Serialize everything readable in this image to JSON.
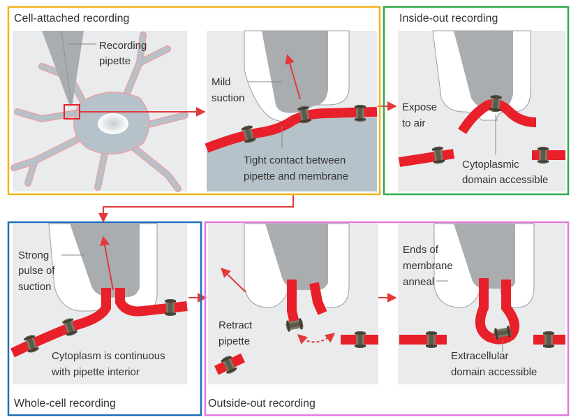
{
  "panels": {
    "cell_attached": {
      "title": "Cell-attached recording",
      "frame_color": "#f2b21c"
    },
    "inside_out": {
      "title": "Inside-out recording",
      "frame_color": "#2eaa4a"
    },
    "whole_cell": {
      "title": "Whole-cell recording",
      "frame_color": "#1f6fb8"
    },
    "outside_out": {
      "title": "Outside-out recording",
      "frame_color": "#e07ae0"
    }
  },
  "labels": {
    "recording_pipette_1": "Recording",
    "recording_pipette_2": "pipette",
    "mild_suction_1": "Mild",
    "mild_suction_2": "suction",
    "tight_contact_1": "Tight contact between",
    "tight_contact_2": "pipette and membrane",
    "expose_air_1": "Expose",
    "expose_air_2": "to air",
    "cytoplasmic_1": "Cytoplasmic",
    "cytoplasmic_2": "domain accessible",
    "strong_pulse_1": "Strong",
    "strong_pulse_2": "pulse of",
    "strong_pulse_3": "suction",
    "cytoplasm_cont_1": "Cytoplasm is continuous",
    "cytoplasm_cont_2": "with pipette interior",
    "retract_1": "Retract",
    "retract_2": "pipette",
    "ends_anneal_1": "Ends of",
    "ends_anneal_2": "membrane",
    "ends_anneal_3": "anneal",
    "extracellular_1": "Extracellular",
    "extracellular_2": "domain accessible"
  },
  "colors": {
    "membrane": "#e8202a",
    "arrow": "#e23a3a",
    "pipette": "#a9adb0",
    "panel_bg": "#e9ebec",
    "cell": "#b6c2c9",
    "channel": "#7c7866"
  }
}
